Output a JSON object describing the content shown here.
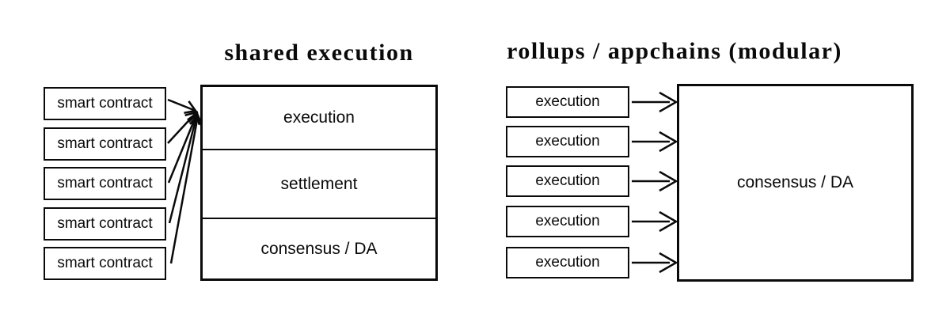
{
  "colors": {
    "ink": "#0a0a0a",
    "background": "#ffffff"
  },
  "left_diagram": {
    "title": "shared execution",
    "source_boxes": [
      "smart contract",
      "smart contract",
      "smart contract",
      "smart contract",
      "smart contract"
    ],
    "stack_sections": [
      "execution",
      "settlement",
      "consensus / DA"
    ]
  },
  "right_diagram": {
    "title": "rollups / appchains (modular)",
    "source_boxes": [
      "execution",
      "execution",
      "execution",
      "execution",
      "execution"
    ],
    "target_box_label": "consensus / DA"
  }
}
